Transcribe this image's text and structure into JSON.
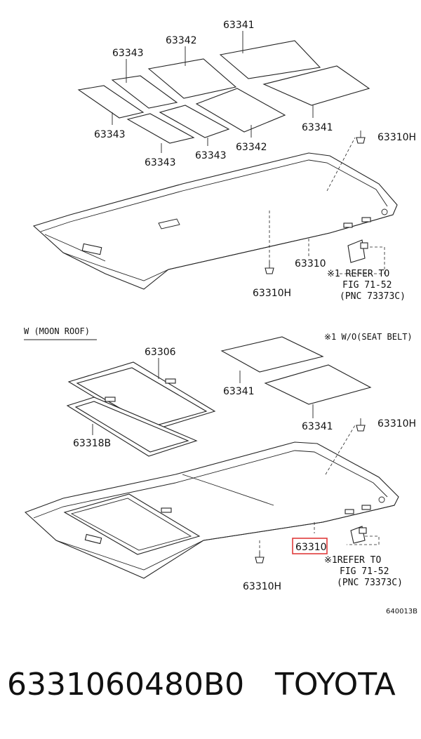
{
  "top": {
    "labels": {
      "p63341_top": "63341",
      "p63342_top": "63342",
      "p63343_top": "63343",
      "p63343_mid": "63343",
      "p63343_bot": "63343",
      "p63343_low": "63343",
      "p63342_bot": "63342",
      "p63341_right": "63341",
      "p63310H_right": "63310H",
      "p63310": "63310",
      "p63310H_bottom": "63310H"
    },
    "refer": {
      "line1": "※1 REFER TO",
      "line2": "FIG 71-52",
      "line3": "(PNC 73373C)"
    }
  },
  "bottom": {
    "section_title": "W (MOON ROOF)",
    "note": "※1 W/O(SEAT BELT)",
    "labels": {
      "p63306": "63306",
      "p63318B": "63318B",
      "p63341_a": "63341",
      "p63341_b": "63341",
      "p63310H_right": "63310H",
      "p63310": "63310",
      "p63310H_bottom": "63310H"
    },
    "refer": {
      "line1": "※1REFER TO",
      "line2": "FIG 71-52",
      "line3": "(PNC 73373C)"
    },
    "diagram_code": "640013B"
  },
  "footer": {
    "part_number": "6331060480B0",
    "brand": "TOYOTA"
  },
  "highlight_color": "#e03b3b"
}
